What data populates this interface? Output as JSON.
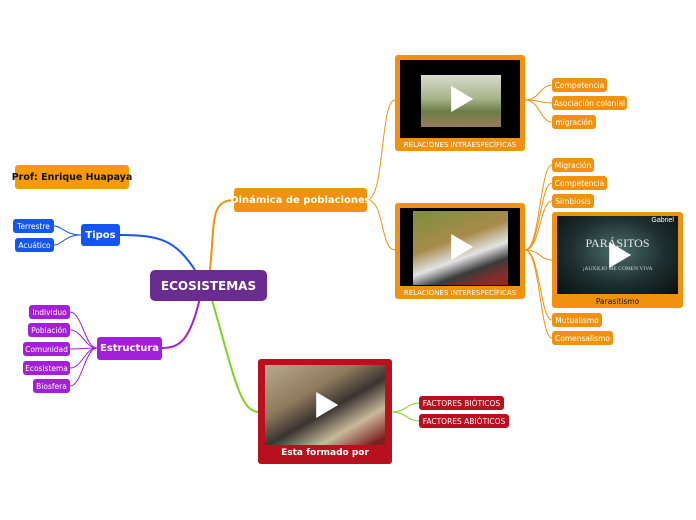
{
  "author": "Prof: Enrique Huapaya",
  "central": "ECOSISTEMAS",
  "tipos": {
    "label": "Tipos",
    "items": [
      "Terrestre",
      "Acuático"
    ]
  },
  "estructura": {
    "label": "Estructura",
    "items": [
      "Individuo",
      "Población",
      "Comunidad",
      "Ecosistema",
      "Biosfera"
    ]
  },
  "dinamica": {
    "label": "Dinámica de poblaciones",
    "intra": {
      "caption": "RELACIONES INTRAESPECÍFICAS",
      "items": [
        "Competencia",
        "Asociación colonial",
        "migración"
      ]
    },
    "inter": {
      "caption": "RELACIONES INTERESPECÍFICAS",
      "items": [
        "Migración",
        "Competencia",
        "Simbiosis",
        "Mutualismo",
        "Comensalismo"
      ]
    },
    "parasitismo": {
      "label": "Parasitismo",
      "video_title": "PARÁSITOS",
      "video_subtitle": "¡AUXILIO ME COMEN VIVA",
      "video_brand": "Gabriel"
    }
  },
  "formado": {
    "label": "Esta formado por",
    "items": [
      "FACTORES BIÓTICOS",
      "FACTORES ABIÓTICOS"
    ]
  },
  "colors": {
    "central": "#6a2c91",
    "orange": "#f0920e",
    "purple": "#a31fd9",
    "blue": "#1456ee",
    "red": "#b8101f",
    "green": "#7ed321"
  }
}
